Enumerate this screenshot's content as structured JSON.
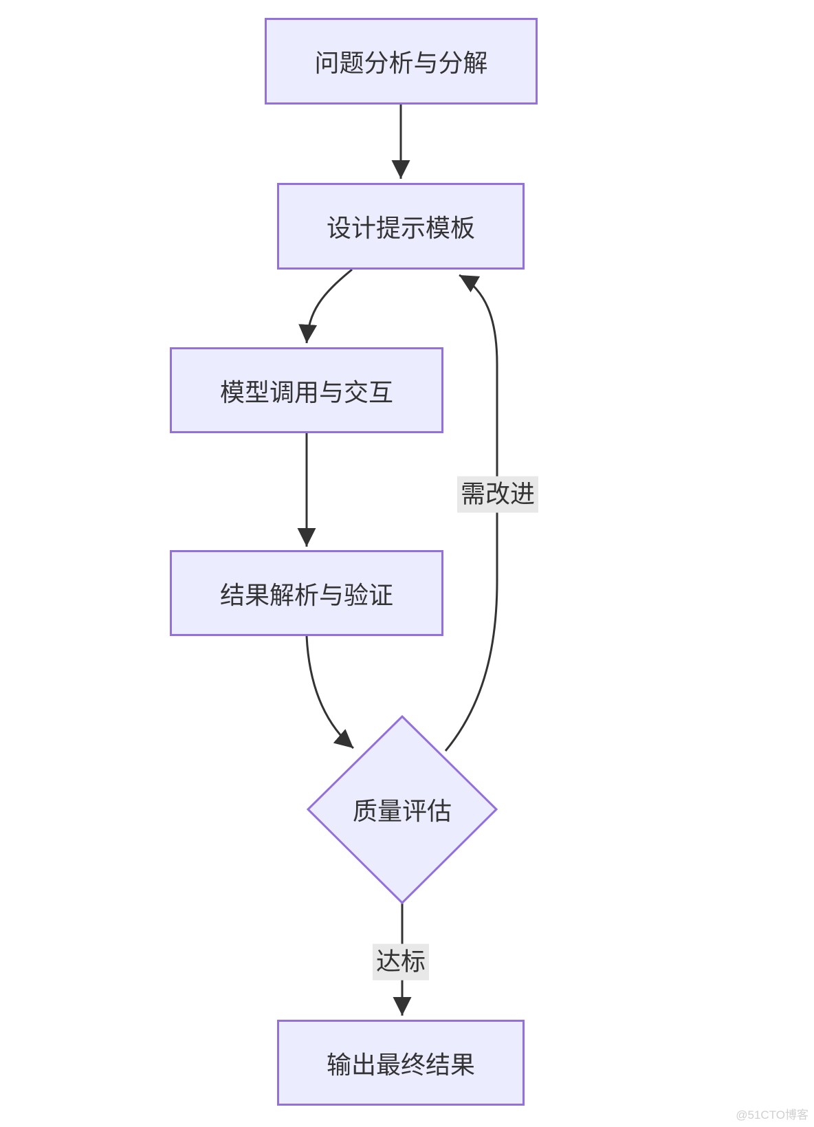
{
  "diagram": {
    "title": "prompt-engineering-workflow-flowchart",
    "nodes": [
      {
        "id": "A",
        "type": "rect",
        "label": "问题分析与分解"
      },
      {
        "id": "B",
        "type": "rect",
        "label": "设计提示模板"
      },
      {
        "id": "C",
        "type": "rect",
        "label": "模型调用与交互"
      },
      {
        "id": "D",
        "type": "rect",
        "label": "结果解析与验证"
      },
      {
        "id": "E",
        "type": "diamond",
        "label": "质量评估"
      },
      {
        "id": "F",
        "type": "rect",
        "label": "输出最终结果"
      }
    ],
    "edges": [
      {
        "from": "A",
        "to": "B",
        "label": ""
      },
      {
        "from": "B",
        "to": "C",
        "label": ""
      },
      {
        "from": "C",
        "to": "D",
        "label": ""
      },
      {
        "from": "D",
        "to": "E",
        "label": ""
      },
      {
        "from": "E",
        "to": "B",
        "label": "需改进"
      },
      {
        "from": "E",
        "to": "F",
        "label": "达标"
      }
    ],
    "colors": {
      "node_fill": "#ECECFF",
      "node_border": "#9370DB",
      "edge_line": "#333333",
      "edge_label_bg": "#e8e8e8",
      "text": "#333333",
      "background": "#ffffff",
      "watermark_text": "#cfd0d2"
    }
  },
  "watermark": "@51CTO博客"
}
